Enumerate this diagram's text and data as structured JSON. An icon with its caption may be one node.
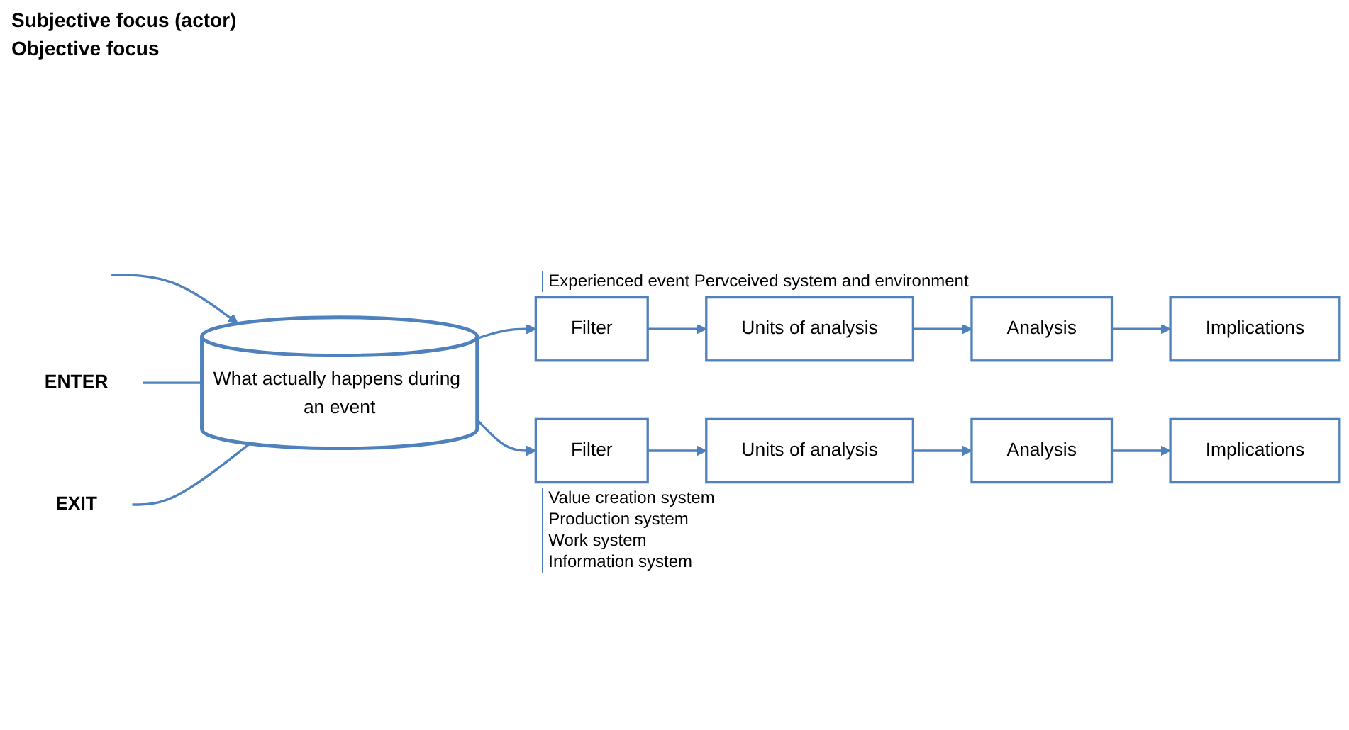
{
  "diagram": {
    "nodes": [
      {
        "text": [
          "What actually happens during an event"
        ]
      },
      {
        "text": [
          "ENTER"
        ]
      },
      {
        "text": [
          "EXIT"
        ]
      },
      {
        "text": [
          "Filter"
        ],
        "beside": [
          "Experienced event Pervceived system and environment"
        ]
      },
      {
        "text": [
          "Units of analysis"
        ]
      },
      {
        "text": [
          "Analysis"
        ]
      },
      {
        "text": [
          "Implications"
        ]
      },
      {
        "text": [
          "Filter"
        ],
        "beside": [
          "Value creation system",
          "Production system",
          "Work system",
          "Information system"
        ]
      },
      {
        "text": [
          "Units of analysis"
        ]
      },
      {
        "text": [
          "Analysis"
        ]
      },
      {
        "text": [
          "Implications"
        ]
      }
    ],
    "edges": [
      {
        "from": null,
        "to": 0,
        "arrow": "to"
      },
      {
        "from": 1,
        "to": 0,
        "arrow": "none"
      },
      {
        "from": 2,
        "to": 0,
        "arrow": "none"
      },
      {
        "from": 0,
        "to": 3,
        "arrow": "to"
      },
      {
        "from": 3,
        "to": 4,
        "arrow": "to"
      },
      {
        "from": 4,
        "to": 5,
        "arrow": "to"
      },
      {
        "from": 5,
        "to": 6,
        "arrow": "to"
      },
      {
        "from": 0,
        "to": 7,
        "arrow": "to"
      },
      {
        "from": 7,
        "to": 8,
        "arrow": "to"
      },
      {
        "from": 8,
        "to": 9,
        "arrow": "to"
      },
      {
        "from": 9,
        "to": 10,
        "arrow": "to"
      }
    ],
    "labels": [
      "Subjective focus (actor)",
      "Objective focus"
    ]
  }
}
